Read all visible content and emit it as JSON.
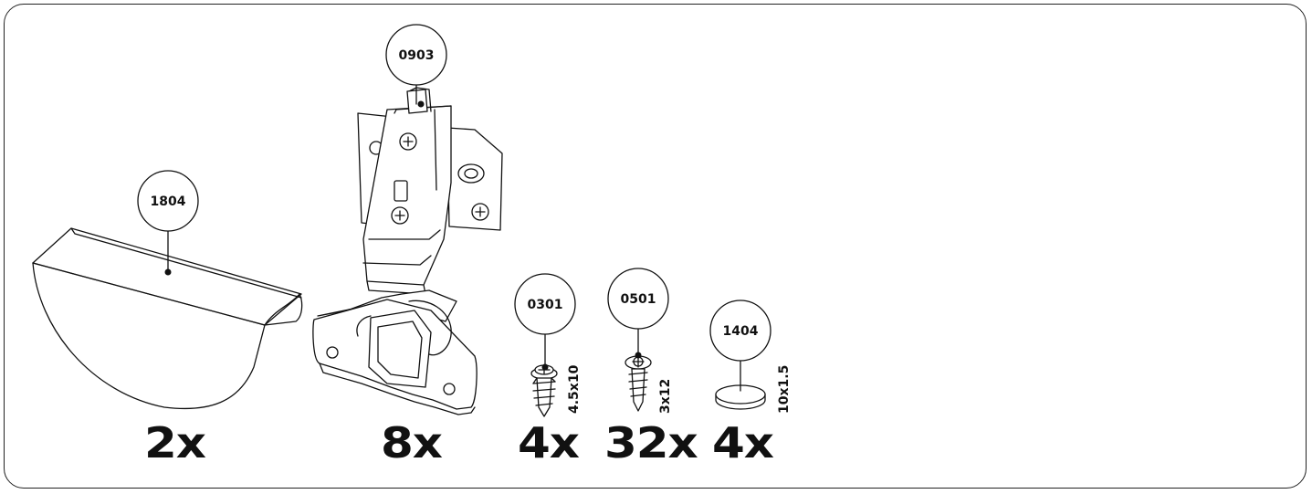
{
  "parts": [
    {
      "code": "1804",
      "quantity": "2x",
      "size": ""
    },
    {
      "code": "0903",
      "quantity": "8x",
      "size": ""
    },
    {
      "code": "0301",
      "quantity": "4x",
      "size": "4.5x10"
    },
    {
      "code": "0501",
      "quantity": "32x",
      "size": "3x12"
    },
    {
      "code": "1404",
      "quantity": "4x",
      "size": "10x1.5"
    }
  ]
}
